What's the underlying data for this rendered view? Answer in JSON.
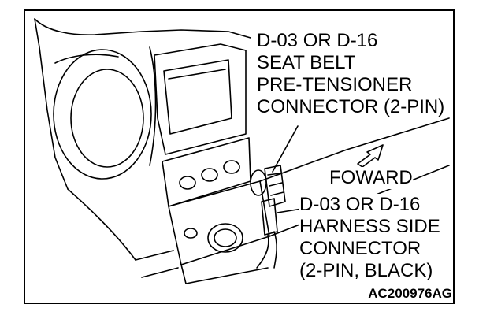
{
  "callouts": {
    "top": {
      "lines": [
        "D-03 OR D-16",
        "SEAT BELT",
        "PRE-TENSIONER",
        "CONNECTOR (2-PIN)"
      ]
    },
    "forward": "FOWARD",
    "bottom": {
      "lines": [
        "D-03 OR D-16",
        "HARNESS SIDE",
        "CONNECTOR",
        "(2-PIN, BLACK)"
      ]
    }
  },
  "figure_code": "AC200976AG"
}
